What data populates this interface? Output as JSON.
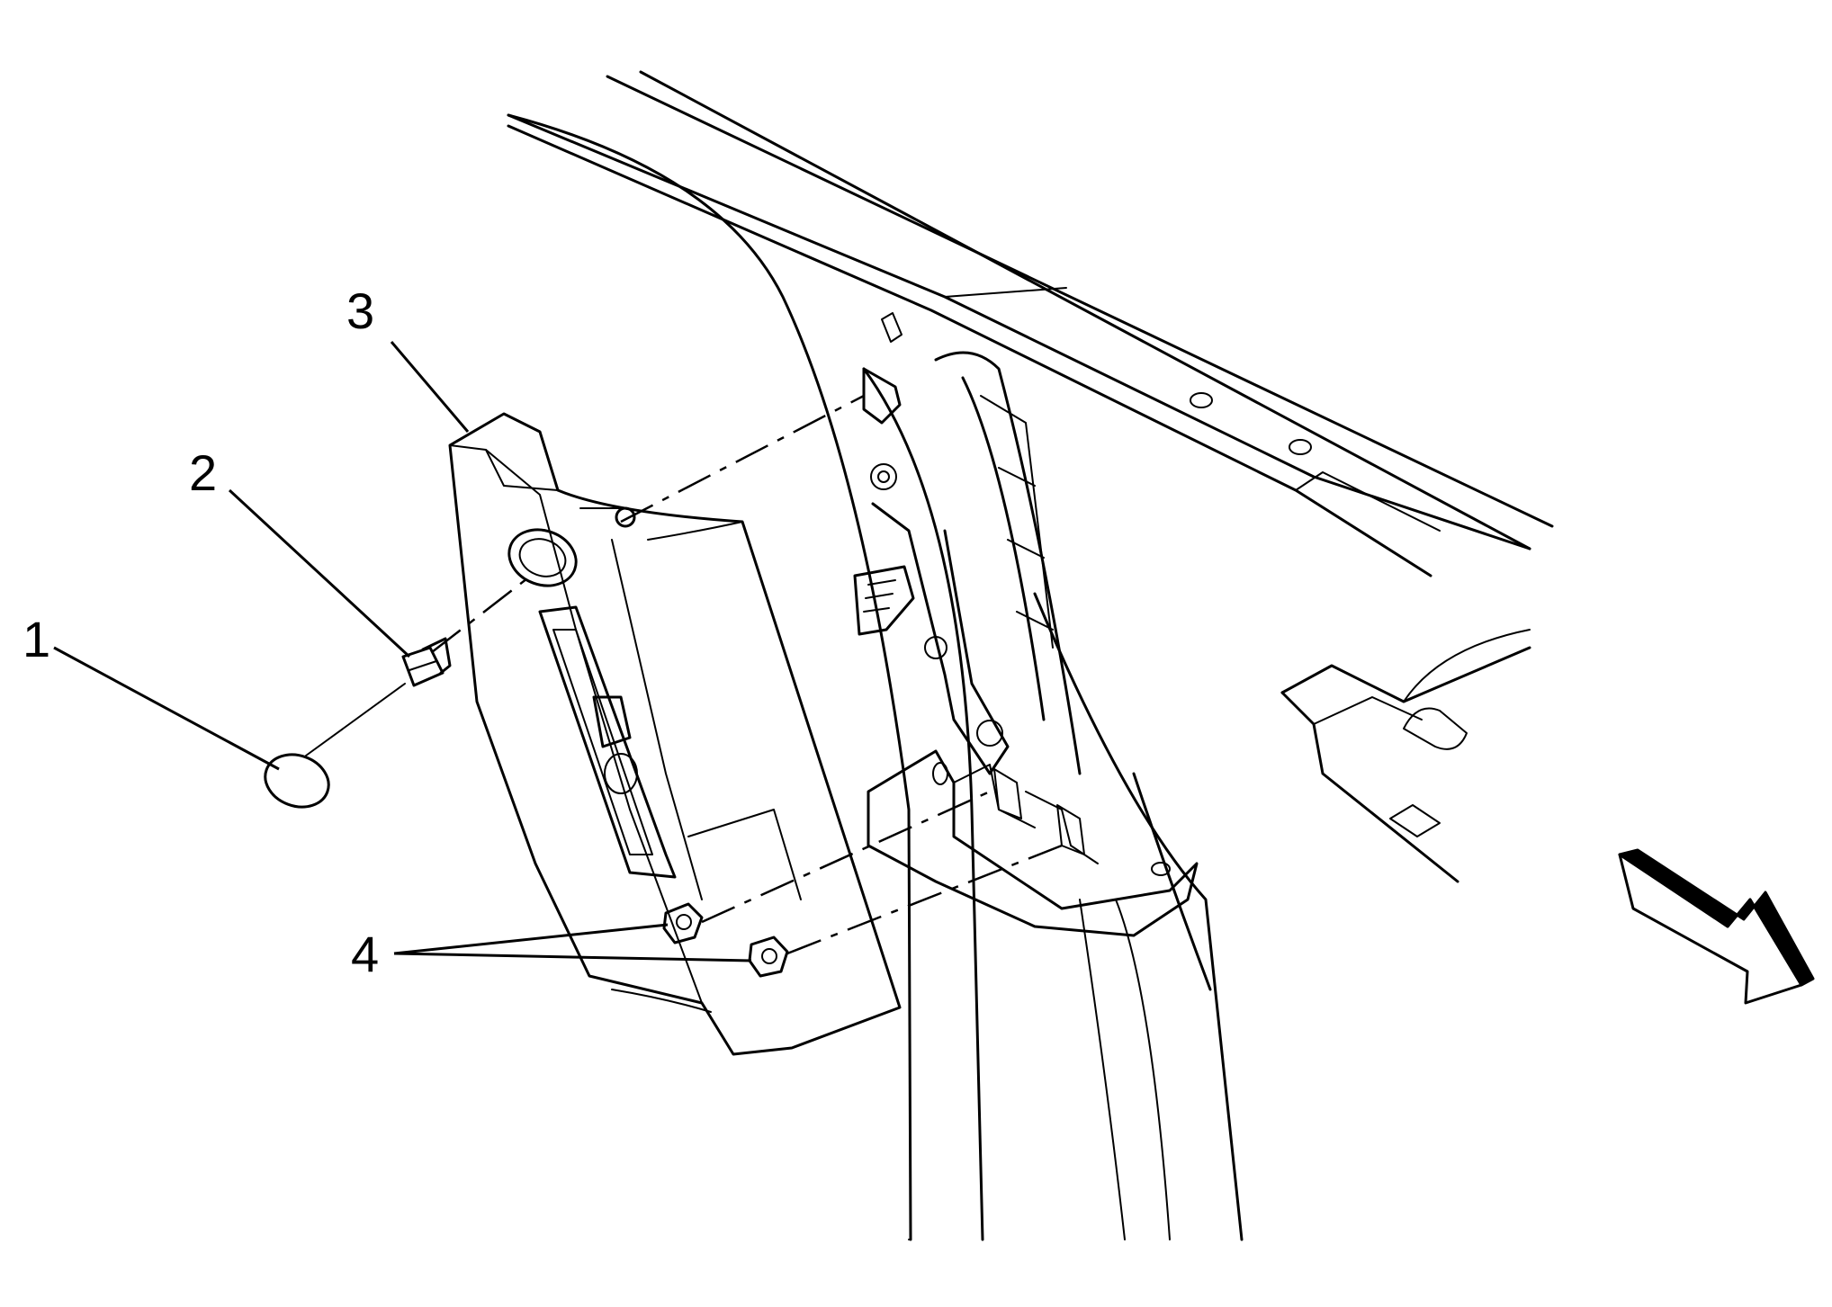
{
  "callouts": [
    {
      "id": "1",
      "label": "1"
    },
    {
      "id": "2",
      "label": "2"
    },
    {
      "id": "3",
      "label": "3"
    },
    {
      "id": "4",
      "label": "4"
    }
  ],
  "direction_arrow": {
    "icon": "front-direction-arrow-icon"
  }
}
